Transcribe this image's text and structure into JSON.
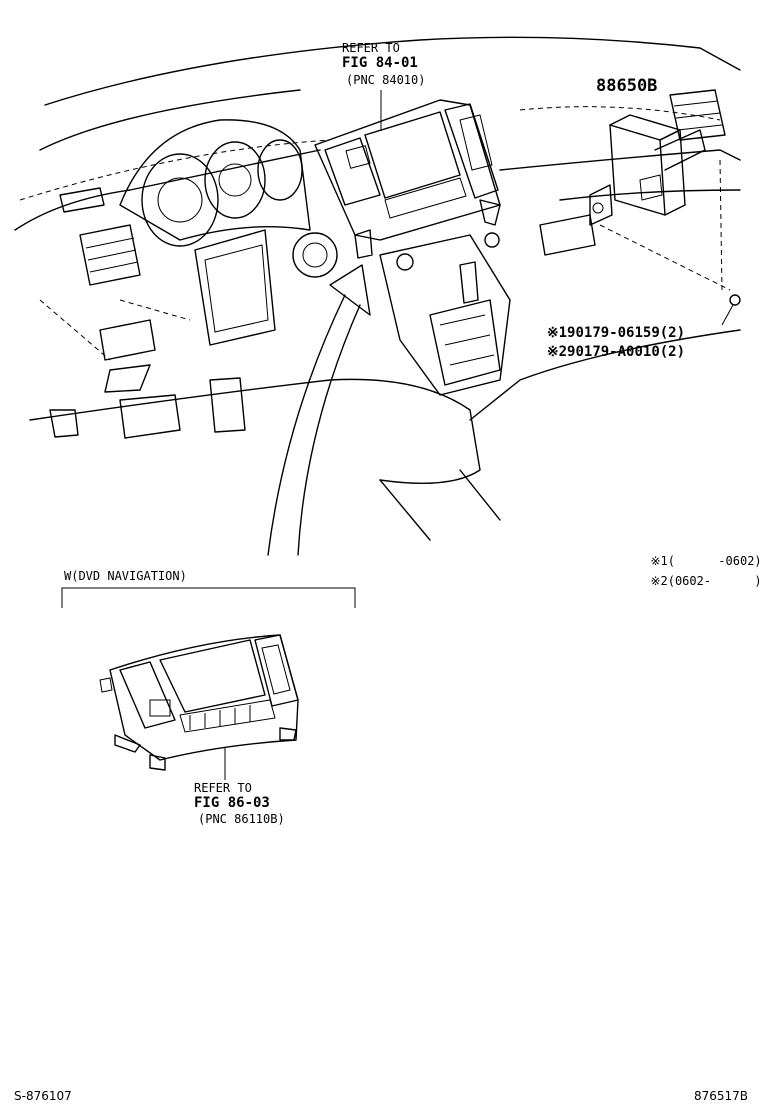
{
  "callouts": {
    "top": {
      "line1": "REFER TO",
      "line2": "FIG 84-01",
      "line3": "(PNC 84010)"
    },
    "bottom": {
      "line1": "REFER TO",
      "line2": "FIG 86-03",
      "line3": "(PNC 86110B)"
    }
  },
  "part_number": "88650B",
  "fasteners": [
    {
      "mark": "※1",
      "part": "90179-06159",
      "qty": "(2)"
    },
    {
      "mark": "※2",
      "part": "90179-A0010",
      "qty": "(2)"
    }
  ],
  "legend": [
    {
      "mark": "※1",
      "range": "(      -0602)"
    },
    {
      "mark": "※2",
      "range": "(0602-      )"
    }
  ],
  "variant_label": "W(DVD NAVIGATION)",
  "footer": {
    "left": "S-876107",
    "right": "876517B"
  }
}
